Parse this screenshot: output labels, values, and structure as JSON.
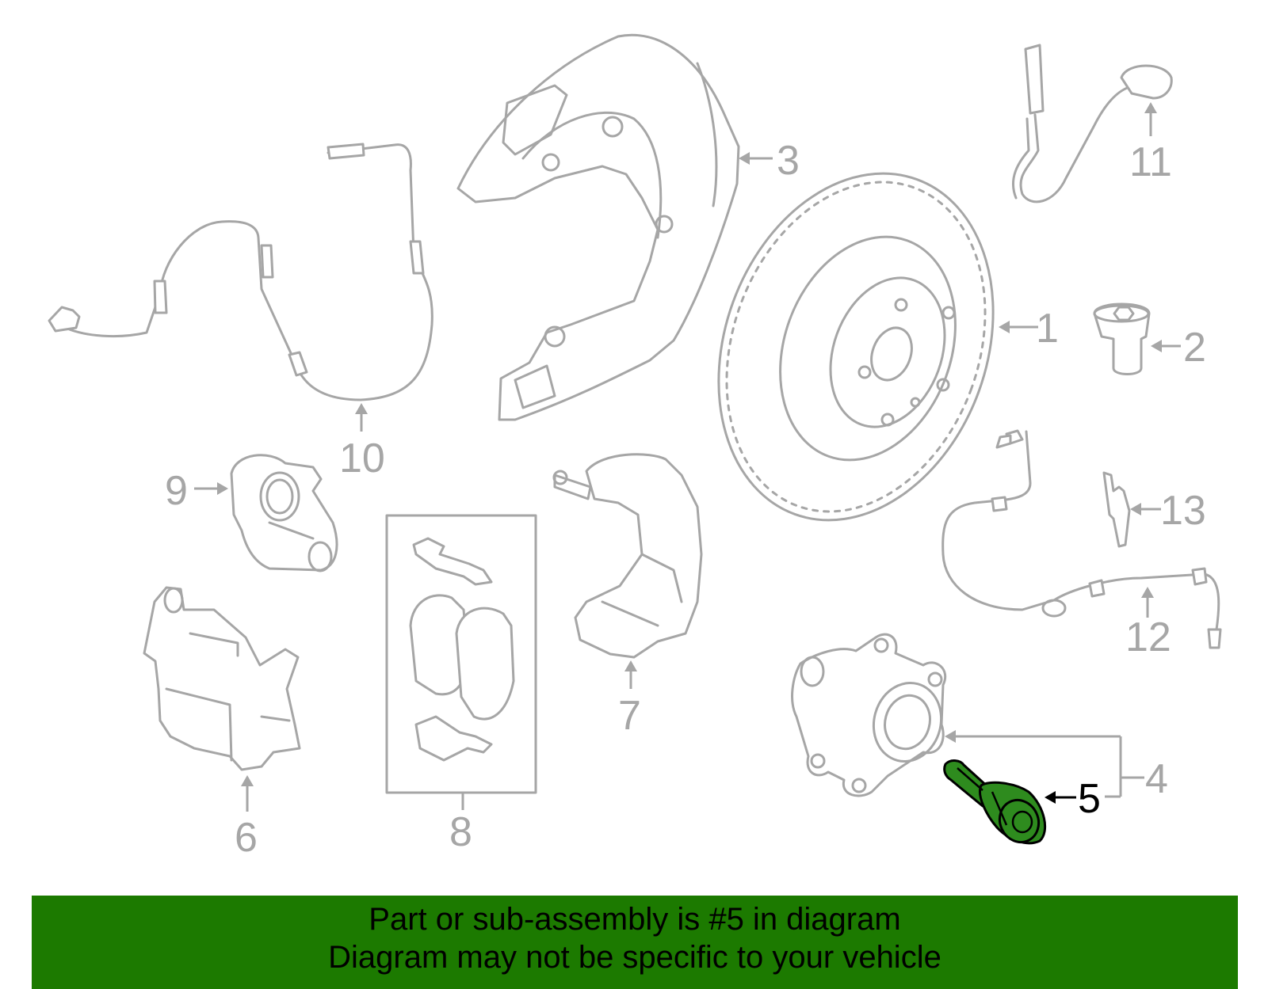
{
  "callouts": {
    "c1": "1",
    "c2": "2",
    "c3": "3",
    "c4": "4",
    "c5": "5",
    "c6": "6",
    "c7": "7",
    "c8": "8",
    "c9": "9",
    "c10": "10",
    "c11": "11",
    "c12": "12",
    "c13": "13"
  },
  "highlighted_part": "5",
  "colors": {
    "highlight": "#2e8b1e",
    "banner": "#1c7a00",
    "part_outline": "#a6a6a6"
  },
  "banner": {
    "line1": "Part or sub-assembly is #5 in diagram",
    "line2": "Diagram may not be specific to your vehicle"
  }
}
